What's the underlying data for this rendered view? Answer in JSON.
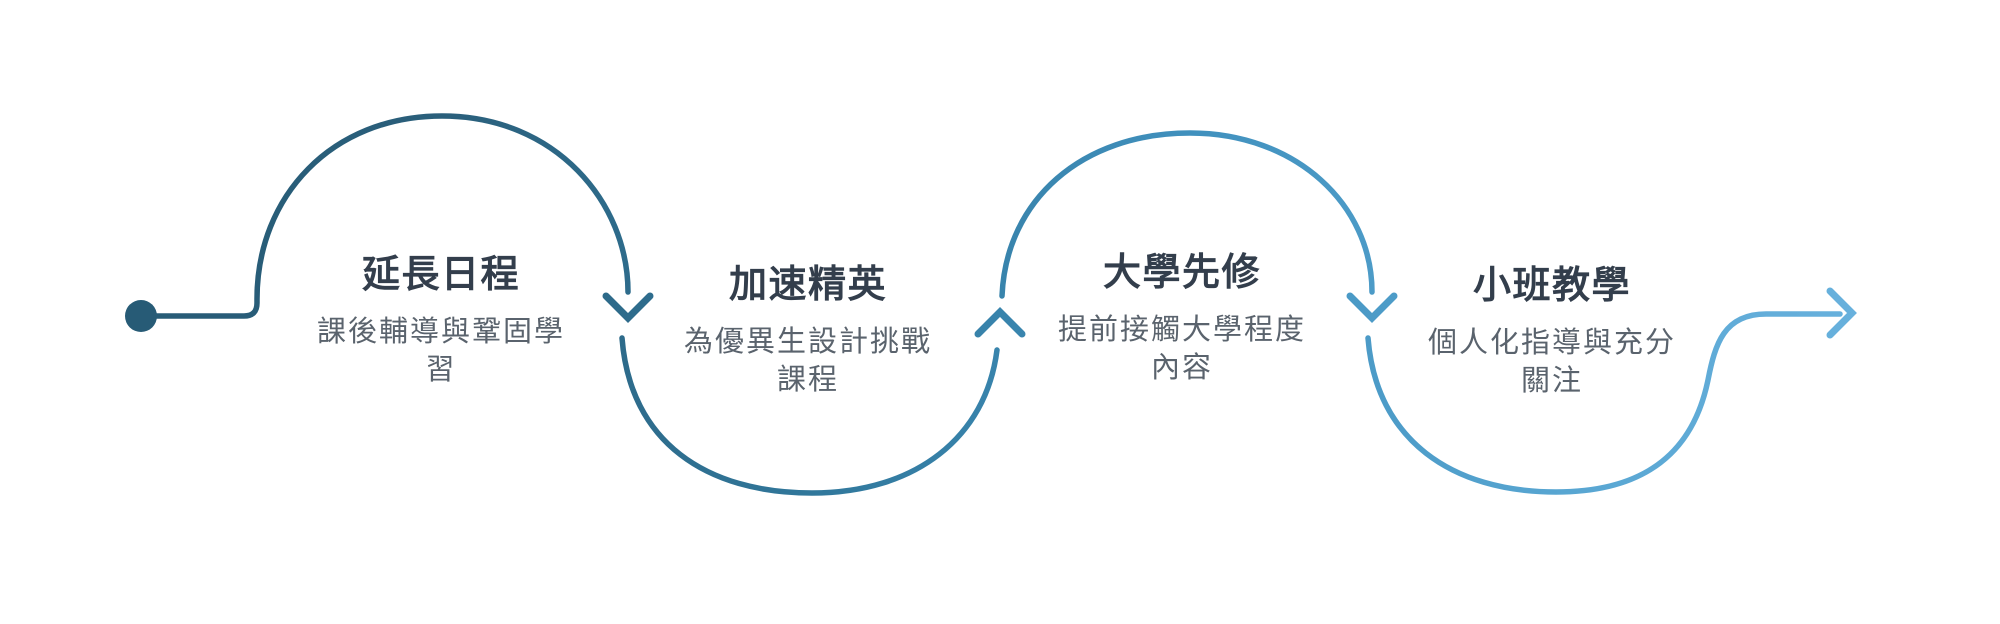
{
  "diagram": {
    "kind": "process-flow-wave",
    "background": "#ffffff",
    "colors": {
      "title_text": "#333e4c",
      "subtitle_text": "#5a636d",
      "gradient_stops": [
        "#275b76",
        "#2a5f7b",
        "#31789c",
        "#4090bd",
        "#57a5d1",
        "#68b1dd"
      ]
    },
    "markers": {
      "start": "dot-icon",
      "connectors": [
        "arrow-down-icon",
        "arrow-up-icon",
        "arrow-down-icon",
        "arrow-right-icon"
      ]
    }
  },
  "steps": [
    {
      "title": "延長日程",
      "lines": [
        "課後輔導與鞏固學",
        "習"
      ]
    },
    {
      "title": "加速精英",
      "lines": [
        "為優異生設計挑戰",
        "課程"
      ]
    },
    {
      "title": "大學先修",
      "lines": [
        "提前接觸大學程度",
        "內容"
      ]
    },
    {
      "title": "小班教學",
      "lines": [
        "個人化指導與充分",
        "關注"
      ]
    }
  ]
}
